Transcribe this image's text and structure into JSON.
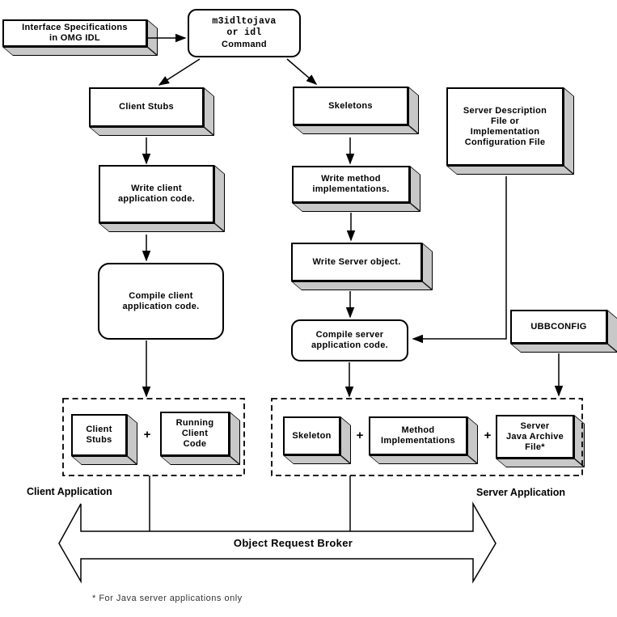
{
  "diagram": {
    "nodes": {
      "interface_spec": "Interface Specifications\nin OMG IDL",
      "command": {
        "line1": "m3idltojava",
        "line2": "or idl",
        "line3": "Command"
      },
      "client_stubs": "Client Stubs",
      "skeletons": "Skeletons",
      "server_description": "Server Description\nFile or\nImplementation\nConfiguration File",
      "write_client": "Write client\napplication code.",
      "write_method": "Write method\nimplementations.",
      "write_server": "Write Server object.",
      "compile_client": "Compile client\napplication code.",
      "compile_server": "Compile server\napplication code.",
      "ubbconfig": "UBBCONFIG",
      "client_stubs_out": "Client\nStubs",
      "running_client_code": "Running\nClient\nCode",
      "skeleton_out": "Skeleton",
      "method_implementations": "Method\nImplementations",
      "server_java_archive": "Server\nJava Archive\nFile*"
    },
    "operators": {
      "plus": "+"
    },
    "labels": {
      "client_application": "Client Application",
      "server_application": "Server Application",
      "object_request_broker": "Object Request Broker",
      "footnote": "* For Java server applications only"
    },
    "colors": {
      "box_face": "#ffffff",
      "box_shadow": "#c8c8c8",
      "line": "#000000",
      "background": "#ffffff"
    }
  }
}
